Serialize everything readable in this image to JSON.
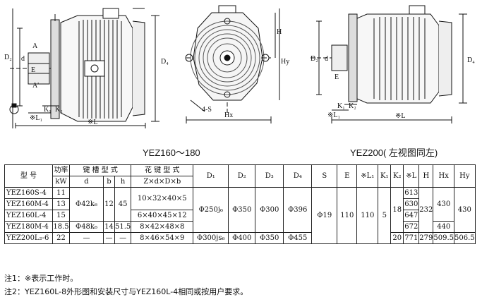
{
  "captions": {
    "left": "YEZ160～180",
    "right": "YEZ200(  左视图同左)"
  },
  "drawing_labels": {
    "d2": "D₂",
    "d": "d",
    "e": "E",
    "a": "A",
    "a_prime": "A'",
    "d4": "D₄",
    "k1": "K₁",
    "k2": "K₂",
    "l1": "※L₁",
    "l": "※L",
    "h": "H",
    "hy": "Hy",
    "hx": "Hx",
    "s": "4-S",
    "d2b": "D₂",
    "db": "d",
    "eb": "E",
    "d4b": "D₄",
    "k1b": "K₁",
    "k2b": "K₂",
    "l1b": "※L₁",
    "lb": "※L"
  },
  "table": {
    "h_model": "型  号",
    "h_power": "功率",
    "h_kw": "kW",
    "h_key": "键 槽 型 式",
    "h_spline": "花 键 型 式",
    "h_d": "d",
    "h_b": "b",
    "h_hh": "h",
    "h_zdds": "Z×d×D×b",
    "h_D1": "D₁",
    "h_D2": "D₂",
    "h_D3": "D₃",
    "h_D4": "D₄",
    "h_S": "S",
    "h_E": "E",
    "h_L1": "※L₁",
    "h_K1": "K₁",
    "h_K2": "K₂",
    "h_L": "※L",
    "h_H": "H",
    "h_Hx": "Hx",
    "h_Hy": "Hy",
    "r1": {
      "model": "YEZ160S-4",
      "kw": "11",
      "L": "613"
    },
    "r2": {
      "model": "YEZ160M-4",
      "kw": "13",
      "L": "630"
    },
    "r3": {
      "model": "YEZ160L-4",
      "kw": "15",
      "L": "647"
    },
    "r4": {
      "model": "YEZ180M-4",
      "kw": "18.5",
      "L": "672"
    },
    "r5": {
      "model": "YEZ200L₂-6",
      "kw": "22",
      "L": "771"
    },
    "g1": {
      "d": "Φ42k₆",
      "b": "12",
      "h": "45",
      "spline_a": "10×32×40×5",
      "spline_b": "6×40×45×12",
      "D1": "Φ250j₆",
      "D2": "Φ350",
      "D3": "Φ300",
      "D4": "Φ396"
    },
    "g2": {
      "d": "Φ48k₆",
      "b": "14",
      "h": "51.5",
      "spline": "8×42×48×8"
    },
    "g3": {
      "d": "—",
      "b": "—",
      "h": "—",
      "spline": "8×46×54×9",
      "D1": "Φ300js₆",
      "D2": "Φ400",
      "D3": "Φ350",
      "D4": "Φ455",
      "K2": "20",
      "H": "279",
      "Hx": "509.5",
      "Hy": "506.5"
    },
    "common": {
      "S": "Φ19",
      "E": "110",
      "L1": "110",
      "K1": "5",
      "K2": "18",
      "H": "232",
      "Hx_a": "430",
      "Hx_b": "440",
      "Hy": "430"
    }
  },
  "notes": {
    "n1": "注1：※表示工作时。",
    "n2": "注2：YEZ160L-8外形图和安装尺寸与YEZ160L-4相同或按用户要求。"
  }
}
